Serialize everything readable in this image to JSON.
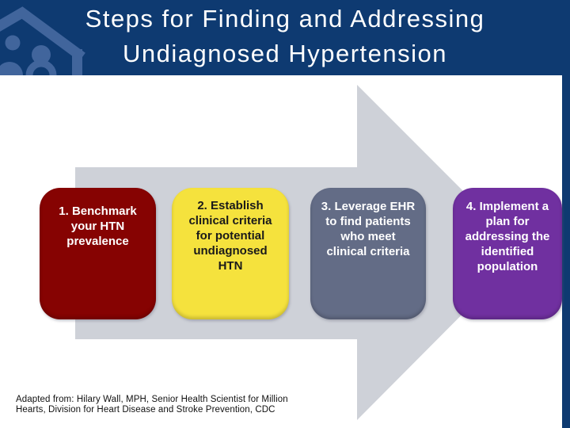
{
  "slide": {
    "title_line1": "Steps for Finding and Addressing",
    "title_line2": "Undiagnosed Hypertension",
    "footer": "Adapted from: Hilary Wall, MPH, Senior Health Scientist for Million Hearts, Division for Heart Disease and Stroke Prevention, CDC"
  },
  "steps": [
    {
      "label": "1. Benchmark your HTN prevalence",
      "bg": "#860302",
      "text_color": "#ffffff"
    },
    {
      "label": "2. Establish clinical criteria for potential undiagnosed HTN",
      "bg": "#f5e23d",
      "text_color": "#1a1a1a"
    },
    {
      "label": "3. Leverage EHR to find patients who meet clinical criteria",
      "bg": "#636c86",
      "text_color": "#ffffff"
    },
    {
      "label": "4. Implement a plan for addressing the identified population",
      "bg": "#7030a0",
      "text_color": "#ffffff"
    }
  ],
  "colors": {
    "header_navy": "#0e3a71",
    "logo_blue": "#41659c",
    "arrow_gray": "#ced1d8"
  },
  "icons": {
    "logo": "house-with-people-logo",
    "arrow": "right-process-arrow"
  }
}
